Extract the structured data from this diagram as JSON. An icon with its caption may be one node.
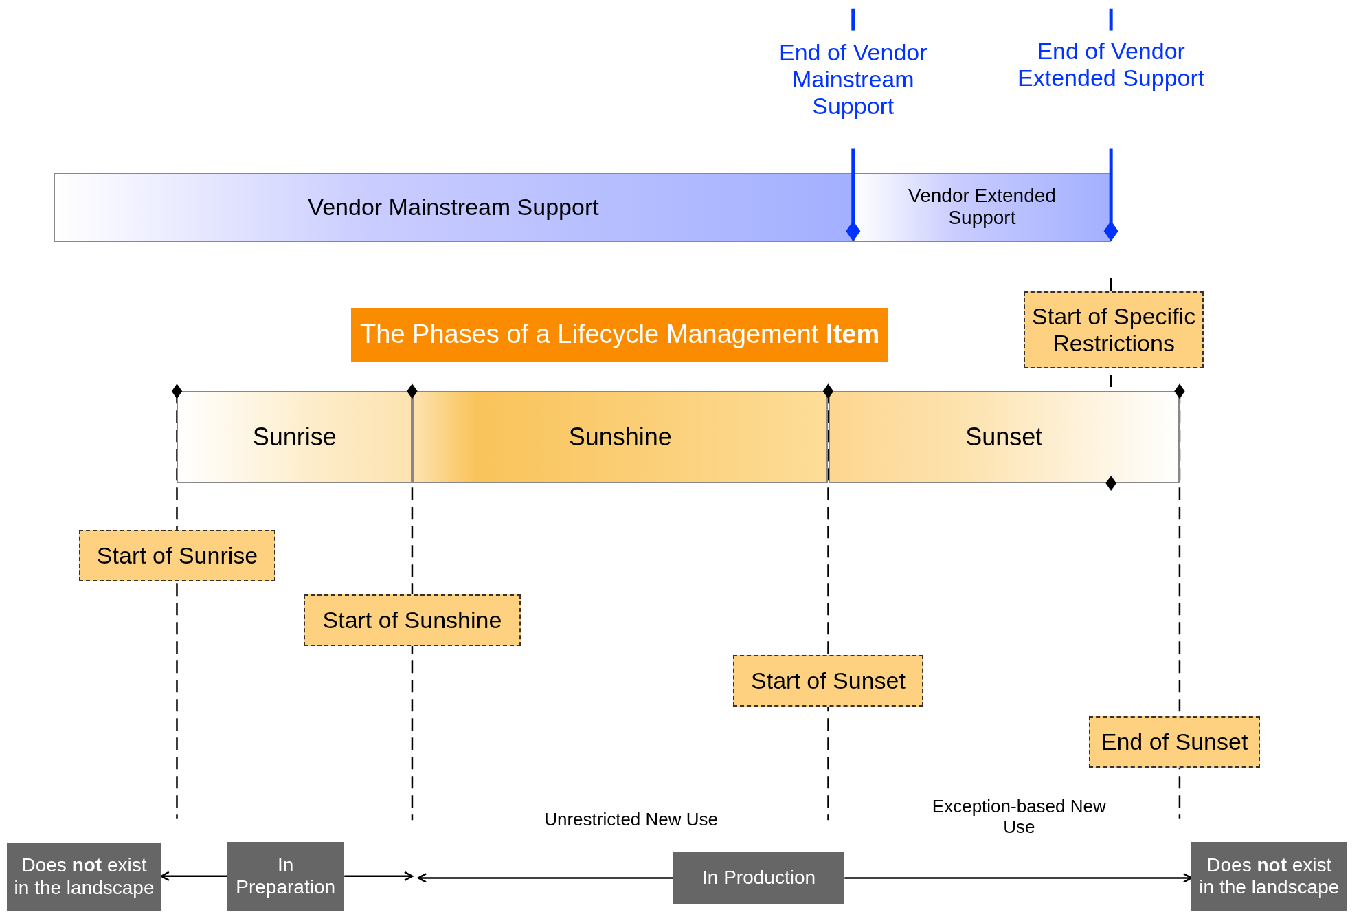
{
  "diagram": {
    "title": "The Phases of a Lifecycle Management **Item**",
    "nodes": [
      {
        "text": [
          "Vendor Mainstream Support"
        ]
      },
      {
        "text": [
          "Vendor Extended Support"
        ]
      },
      {
        "text": [
          "Sunrise"
        ]
      },
      {
        "text": [
          "Sunshine"
        ]
      },
      {
        "text": [
          "Sunset"
        ]
      },
      {
        "text": [
          "Start of Specific Restrictions"
        ]
      },
      {
        "text": [
          "Start of Sunrise"
        ]
      },
      {
        "text": [
          "Start of Sunshine"
        ]
      },
      {
        "text": [
          "Start of Sunset"
        ]
      },
      {
        "text": [
          "End of Sunset"
        ]
      },
      {
        "text": [
          "Does **not** exist in the landscape"
        ]
      },
      {
        "text": [
          "In Preparation"
        ]
      },
      {
        "text": [
          "In Production"
        ]
      },
      {
        "text": [
          "Does **not** exist in the landscape"
        ]
      }
    ],
    "edges": [
      {
        "from": 11,
        "to": 10,
        "arrow": "to"
      },
      {
        "from": 11,
        "to": null,
        "arrow": "to"
      },
      {
        "from": 12,
        "to": null,
        "arrow": "to"
      },
      {
        "from": 12,
        "to": 13,
        "arrow": "to"
      }
    ],
    "labels": [
      "End of Vendor Mainstream Support",
      "End of Vendor Extended Support",
      "Unrestricted New Use",
      "Exception-based New Use"
    ]
  }
}
